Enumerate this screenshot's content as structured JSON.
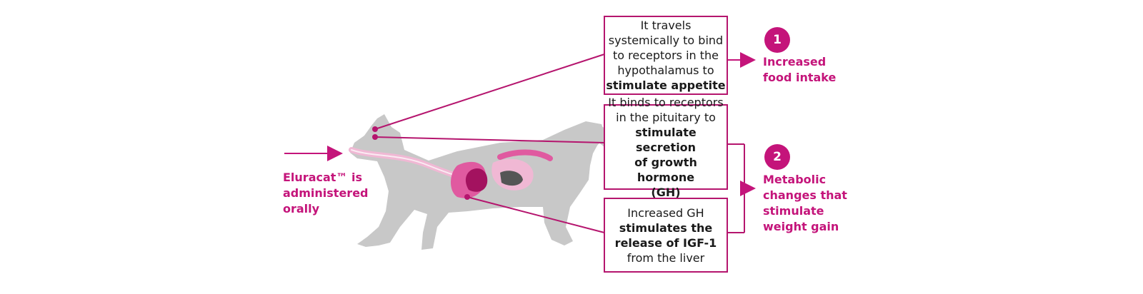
{
  "colors": {
    "accent": "#c4147a",
    "box_border": "#b5156e",
    "cat_body": "#c8c8c8",
    "organ_light": "#f0b8d4",
    "organ_mid": "#e05aa0",
    "organ_dark": "#a3125f"
  },
  "administered": {
    "lines": [
      "Eluracat™ is",
      "administered",
      "orally"
    ]
  },
  "boxes": [
    {
      "lines": [
        {
          "text": "It travels",
          "bold": false
        },
        {
          "text": "systemically to bind",
          "bold": false
        },
        {
          "text": "to receptors in the",
          "bold": false
        },
        {
          "text": "hypothalamus to",
          "bold": false
        },
        {
          "text": "stimulate appetite",
          "bold": true
        }
      ]
    },
    {
      "lines": [
        {
          "text": "It binds to receptors",
          "bold": false
        },
        {
          "text": "in the pituitary to",
          "bold": false
        },
        {
          "text": "stimulate secretion",
          "bold": true
        },
        {
          "text": "of growth hormone",
          "bold": true
        },
        {
          "text": "(GH)",
          "bold": true
        }
      ]
    },
    {
      "lines": [
        {
          "text": "Increased GH",
          "bold": false
        },
        {
          "text": "stimulates the",
          "bold": true
        },
        {
          "text": "release of IGF-1",
          "bold": true
        },
        {
          "text": "from the liver",
          "bold": false
        }
      ]
    }
  ],
  "outcomes": [
    {
      "number": "1",
      "lines": [
        "Increased",
        "food intake"
      ]
    },
    {
      "number": "2",
      "lines": [
        "Metabolic",
        "changes that",
        "stimulate",
        "weight gain"
      ]
    }
  ]
}
